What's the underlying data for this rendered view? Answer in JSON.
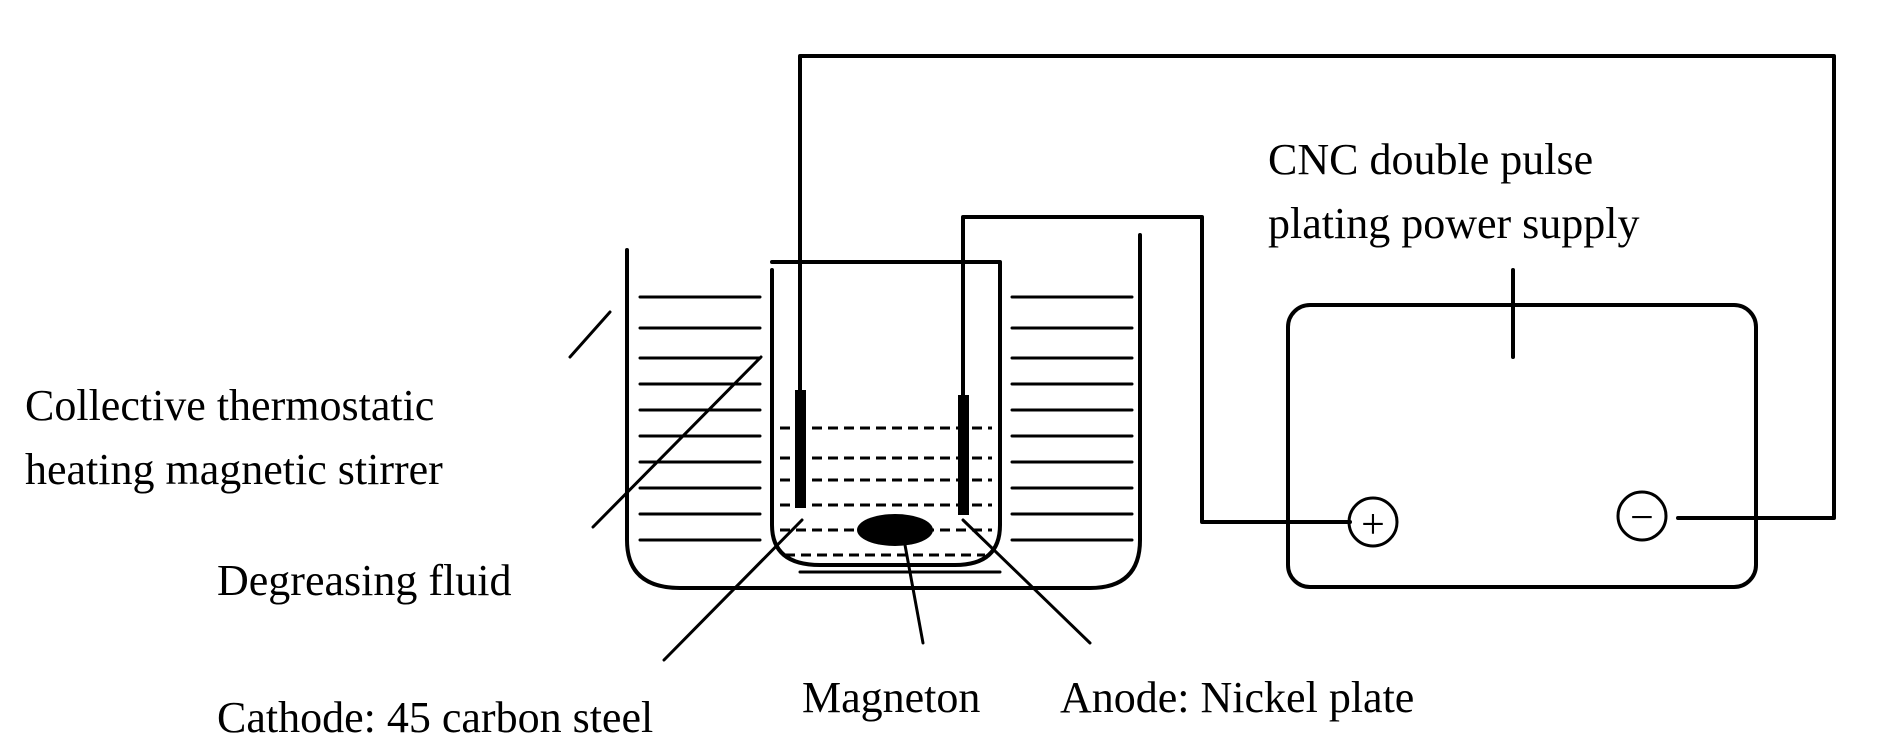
{
  "labels": {
    "power_supply_line1": "CNC double pulse",
    "power_supply_line2": "plating power supply",
    "stirrer_line1": "Collective thermostatic",
    "stirrer_line2": "heating magnetic stirrer",
    "degreasing_fluid": "Degreasing fluid",
    "cathode": "Cathode: 45 carbon steel",
    "magneton": "Magneton",
    "anode": "Anode: Nickel plate",
    "positive_terminal": "+",
    "negative_terminal": "−"
  },
  "colors": {
    "line": "#000000",
    "background": "#ffffff"
  }
}
